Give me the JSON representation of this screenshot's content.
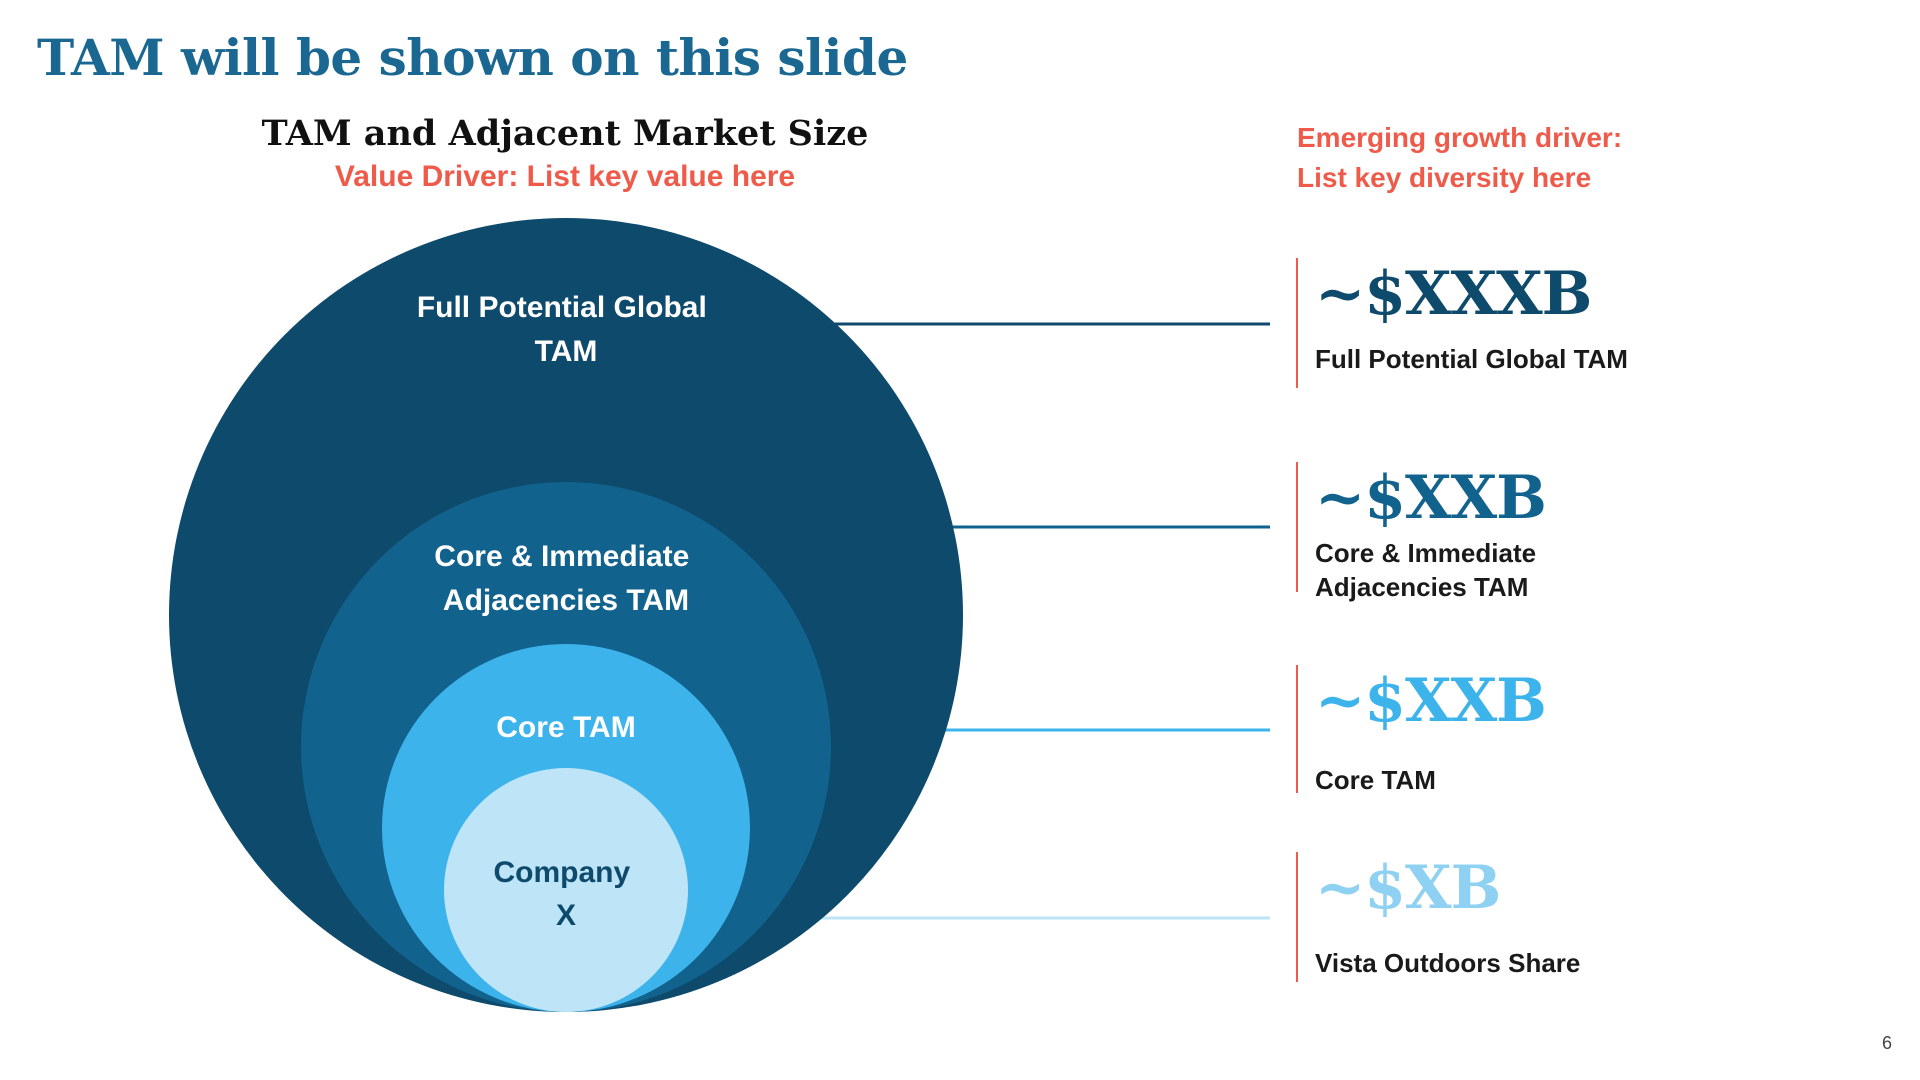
{
  "slide": {
    "title": "TAM will be shown on this slide",
    "chart_heading": "TAM and Adjacent Market Size",
    "value_driver": "Value Driver: List key value here",
    "growth_driver_line1": "Emerging growth driver:",
    "growth_driver_line2": "List key diversity here",
    "page_number": "6"
  },
  "circles": [
    {
      "label_lines": [
        "Full Potential Global",
        "TAM"
      ],
      "color": "#0e4a6b",
      "text_color": "#ffffff"
    },
    {
      "label_lines": [
        "Core & Immediate",
        "Adjacencies TAM"
      ],
      "color": "#11628d",
      "text_color": "#ffffff"
    },
    {
      "label_lines": [
        "Core TAM"
      ],
      "color": "#3db3ec",
      "text_color": "#ffffff"
    },
    {
      "label_lines": [
        "Company",
        "X"
      ],
      "color": "#bde4f7",
      "text_color": "#0e4a6b"
    }
  ],
  "metrics": [
    {
      "value": "~$XXXB",
      "label_lines": [
        "Full Potential Global TAM"
      ],
      "color": "#0e4a6b"
    },
    {
      "value": "~$XXB",
      "label_lines": [
        "Core & Immediate",
        "Adjacencies TAM"
      ],
      "color": "#11628d"
    },
    {
      "value": "~$XXB",
      "label_lines": [
        "Core TAM"
      ],
      "color": "#3db3ec"
    },
    {
      "value": "~$XB",
      "label_lines": [
        "Vista Outdoors Share"
      ],
      "color": "#8fd1f2"
    }
  ],
  "connector_colors": [
    "#0e4a6b",
    "#11628d",
    "#3db3ec",
    "#bde4f7"
  ]
}
